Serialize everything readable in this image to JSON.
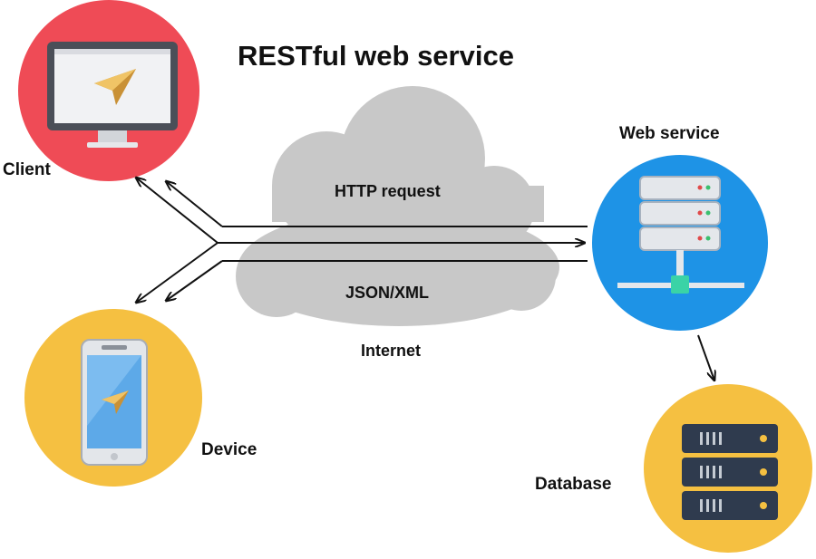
{
  "title": "RESTful web service",
  "labels": {
    "client": "Client",
    "device": "Device",
    "web_service": "Web service",
    "database": "Database",
    "http_request": "HTTP request",
    "json_xml": "JSON/XML",
    "internet": "Internet"
  },
  "icons": {
    "client": "desktop-monitor-icon",
    "device": "smartphone-icon",
    "web_service": "server-stack-icon",
    "database": "database-rack-icon",
    "internet": "cloud-icon"
  },
  "colors": {
    "client_circle": "#ef4b56",
    "device_circle": "#f5c041",
    "web_service_circle": "#1e93e6",
    "database_circle": "#f5c041",
    "cloud": "#c8c8c8",
    "arrows": "#111111"
  }
}
